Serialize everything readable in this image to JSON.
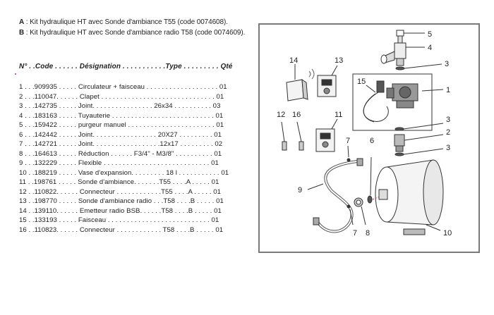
{
  "kits": [
    {
      "letter": "A",
      "text": " : Kit hydraulique HT avec Sonde d'ambiance T55 (code 0074608)."
    },
    {
      "letter": "B",
      "text": " : Kit hydraulique HT avec Sonde d'ambiance radio T58 (code 0074609)."
    }
  ],
  "table_header": "N° . .Code . . . . . . Désignation . . . . . . . . . . .Type . . . . . . . . . Qté",
  "rows": [
    "1 . . .909935 . . . . . Circulateur + faisceau . . . . . . . . . . . . . . . . . . . 01",
    "2 . . .110047. . . . . . Clapet . . . . . . . . . . . . . . . . . . . . . . . . . . . . . . 01",
    "3 . . .142735 . . . . . Joint. . . . . . . . . . . . . . . . 26x34 . . . . . . . . . . 03",
    "4 . . .183163 . . . . . Tuyauterie . . . . . . . . . . . . . . . . . . . . . . . . . . . 01",
    "5 . . .159422 . . . . . purgeur manuel . . . . . . . . . . . . . . . . . . . . . . . 01",
    "6 . . .142442 . . . . . Joint. . . . . . . . . . . . . . . . . 20X27 . . . . . . . . . 01",
    "7 . . .142721 . . . . . Joint. . . . . . . . . . . . . . . . . .12x17 . . . . . . . . . 02",
    "8 . . .164613 . . . . . Réduction . . . . . . F3/4\" - M3/8\" . . . . . . . . . . 01",
    "9 . . .132229 . . . . . Flexible . . . . . . . . . . . . . . . . . . . . . . . . . . . . 01",
    "10 . .188219 . . . . . Vase d'expansion. . . . . . . . . 18 l . . . . . . . . . . . 01",
    "11 . .198761 . . . . . Sonde d'ambiance. . . . . . .T55 . . . .A . . . . . 01",
    "12 . .110822. . . . . . Connecteur . . . . . . . . . . . .T55 . . . .A . . . . . 01",
    "13 . .198770 . . . . . Sonde d'ambiance radio . . .T58 . . . .B . . . . . 01",
    "14 . .139110. . . . . . Emetteur radio BSB. . . . . .T58 . . . .B . . . . . 01",
    "15 . .133193 . . . . . Faisceau . . . . . . . . . . . . . . . . . . . . . . . . . . . 01",
    "16 . .110823. . . . . . Connecteur . . . . . . . . . . . . T58 . . . .B . . . . . 01"
  ],
  "callouts": [
    "5",
    "4",
    "3",
    "1",
    "3",
    "2",
    "3",
    "10",
    "14",
    "13",
    "15",
    "12",
    "16",
    "11",
    "7",
    "6",
    "9",
    "7",
    "8"
  ]
}
